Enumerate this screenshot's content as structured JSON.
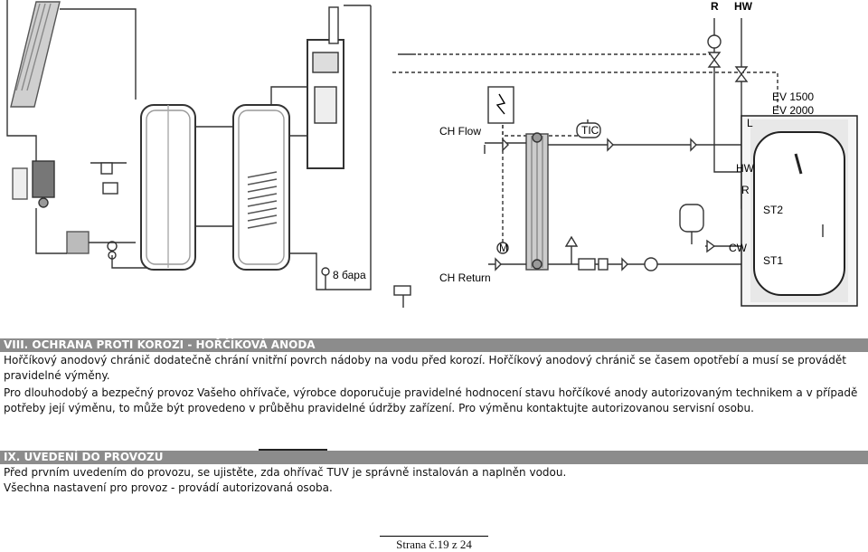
{
  "diagram": {
    "labels": {
      "r_top": "R",
      "hw_top": "HW",
      "ev1500": "EV 1500",
      "ev2000": "EV 2000",
      "ch_flow": "CH Flow",
      "tic": "TIC",
      "l": "L",
      "hw_side": "HW",
      "r_side": "R",
      "st2": "ST2",
      "cw": "CW",
      "st1": "ST1",
      "ch_return": "CH Return",
      "m": "M",
      "bar": "8 бара"
    }
  },
  "section8": {
    "heading": "VIII. OCHRANA PROTI KOROZI - HOŘČÍKOVÁ ANODA",
    "para1": "Hořčíkový anodový chránič dodatečně chrání vnitřní povrch nádoby na vodu před korozí. Hořčíkový anodový chránič se časem opotřebí a musí se provádět pravidelné výměny.",
    "para2": "Pro dlouhodobý a bezpečný provoz Vašeho ohřívače, výrobce doporučuje pravidelné hodnocení stavu hořčíkové anody autorizovaným technikem a v případě potřeby její výměnu, to může být provedeno v průběhu pravidelné údržby zařízení. Pro výměnu kontaktujte autorizovanou servisní osobu."
  },
  "section9": {
    "heading": "IX. UVEDENÍ DO PROVOZU",
    "line1": "Před prvním uvedením do provozu,  se ujistěte, zda ohřívač TUV je správně instalován a naplněn vodou.",
    "line2": "Všechna nastavení pro provoz - provádí autorizovaná osoba."
  },
  "footer": {
    "page": "Strana č.19 z 24"
  }
}
